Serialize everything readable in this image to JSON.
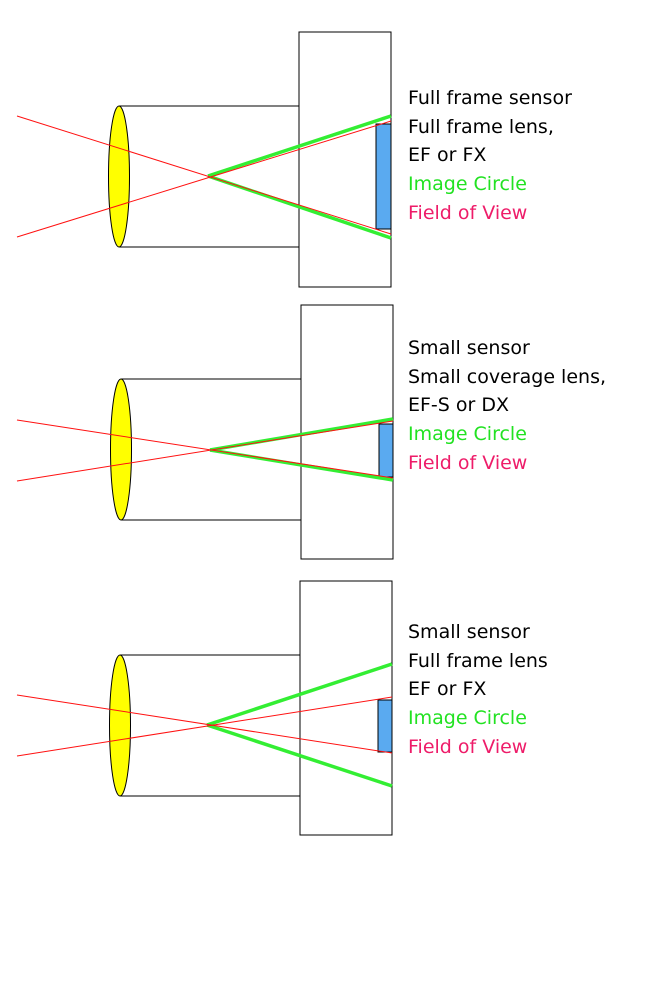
{
  "colors": {
    "background": "#ffffff",
    "outline": "#000000",
    "lens_fill": "#ffff00",
    "sensor_fill": "#5aaaf0",
    "image_circle": "#33ee33",
    "field_of_view": "#ff1111",
    "image_circle_text": "#22e222",
    "field_of_view_text": "#ee1c69"
  },
  "panels": [
    {
      "id": "full-frame-sensor-full-frame-lens",
      "caption": [
        "Full frame sensor",
        "Full frame lens,",
        "EF or FX"
      ],
      "legend": {
        "image_circle": "Image Circle",
        "field_of_view": "Field of View"
      },
      "sensor": "full frame",
      "lens": "full frame"
    },
    {
      "id": "small-sensor-small-coverage-lens",
      "caption": [
        "Small sensor",
        "Small coverage lens,",
        "EF-S or DX"
      ],
      "legend": {
        "image_circle": "Image Circle",
        "field_of_view": "Field of View"
      },
      "sensor": "small",
      "lens": "small coverage"
    },
    {
      "id": "small-sensor-full-frame-lens",
      "caption": [
        "Small sensor",
        "Full frame lens",
        "EF or FX"
      ],
      "legend": {
        "image_circle": "Image Circle",
        "field_of_view": "Field of View"
      },
      "sensor": "small",
      "lens": "full frame"
    }
  ]
}
